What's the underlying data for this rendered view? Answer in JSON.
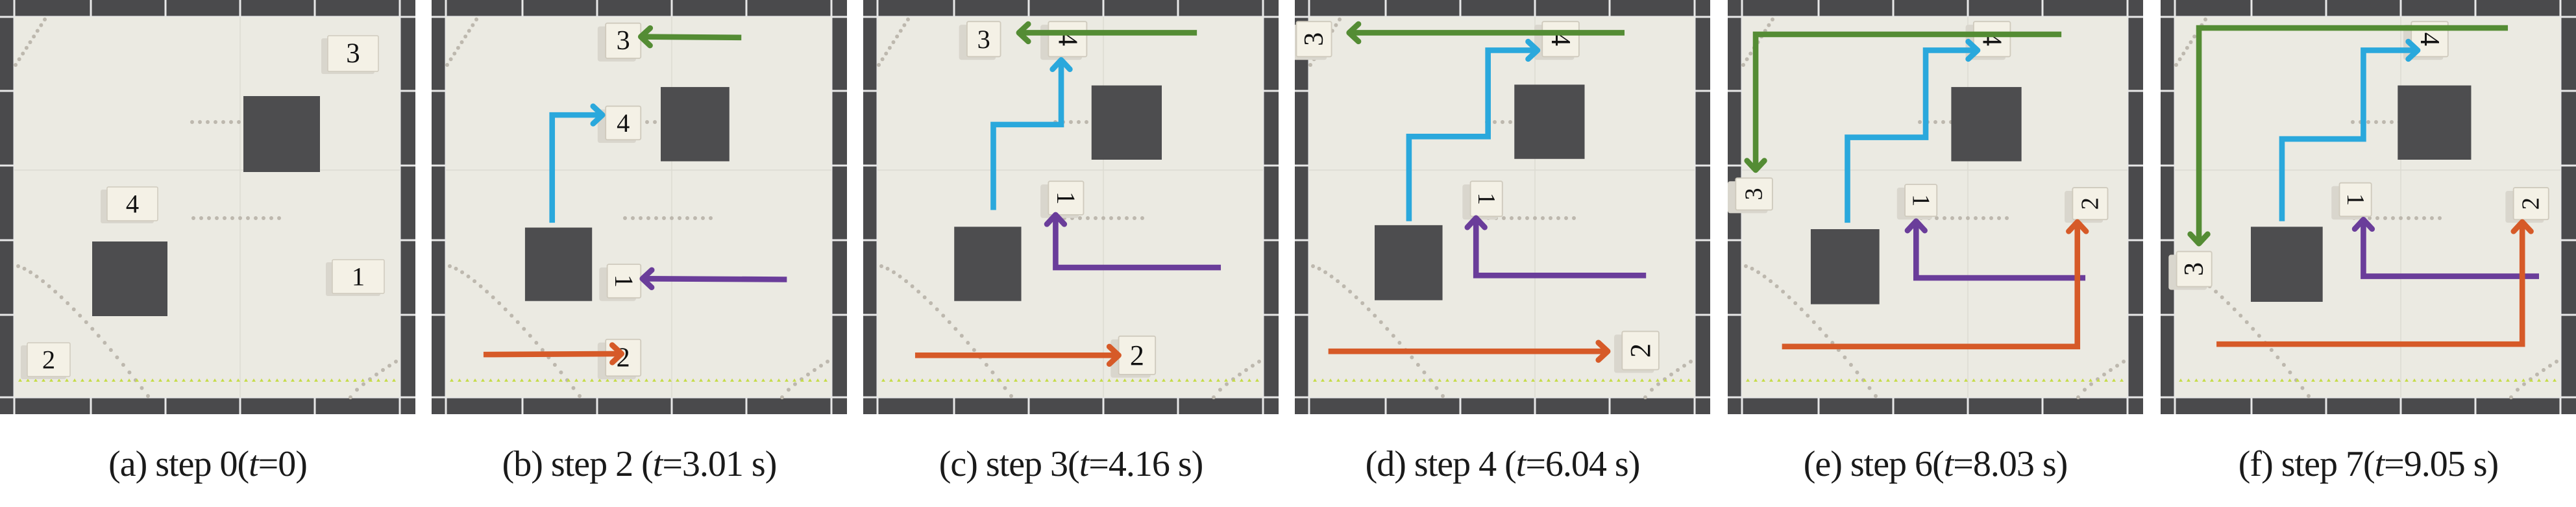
{
  "figure": {
    "colors": {
      "border_tile": "#4a4a4c",
      "paper": "#ebeae2",
      "obstacle": "#4d4d4f",
      "block_face": "#f4f1e6",
      "block_side": "#d9d6cd",
      "guide_dots": "#bdb8ae",
      "boundary_dots": "#c6dc4a",
      "label_text": "#111111"
    },
    "robots": [
      {
        "id": "1",
        "arrow_color": "#6a3d9a"
      },
      {
        "id": "2",
        "arrow_color": "#d65a28"
      },
      {
        "id": "3",
        "arrow_color": "#548c34"
      },
      {
        "id": "4",
        "arrow_color": "#2aa8dc"
      }
    ],
    "panels": [
      {
        "key": "a",
        "letter": "(a)",
        "step_text": "step 0",
        "time_open": "(",
        "t_symbol": "t",
        "time_value": "=0)",
        "step": 0,
        "time_s": 0,
        "blocks": [
          {
            "label": "1"
          },
          {
            "label": "2"
          },
          {
            "label": "3"
          },
          {
            "label": "4"
          }
        ]
      },
      {
        "key": "b",
        "letter": "(b)",
        "step_text": "step 2",
        "time_open": " (",
        "t_symbol": "t",
        "time_value": "=3.01 s)",
        "step": 2,
        "time_s": 3.01,
        "blocks": [
          {
            "label": "1"
          },
          {
            "label": "2"
          },
          {
            "label": "3"
          },
          {
            "label": "4"
          }
        ]
      },
      {
        "key": "c",
        "letter": "(c)",
        "step_text": "step 3",
        "time_open": "(",
        "t_symbol": "t",
        "time_value": "=4.16 s)",
        "step": 3,
        "time_s": 4.16,
        "blocks": [
          {
            "label": "1"
          },
          {
            "label": "2"
          },
          {
            "label": "3"
          },
          {
            "label": "4"
          }
        ]
      },
      {
        "key": "d",
        "letter": "(d)",
        "step_text": "step 4",
        "time_open": " (",
        "t_symbol": "t",
        "time_value": "=6.04 s)",
        "step": 4,
        "time_s": 6.04,
        "blocks": [
          {
            "label": "1"
          },
          {
            "label": "2"
          },
          {
            "label": "3"
          },
          {
            "label": "4"
          }
        ]
      },
      {
        "key": "e",
        "letter": "(e)",
        "step_text": "step 6",
        "time_open": "(",
        "t_symbol": "t",
        "time_value": "=8.03 s)",
        "step": 6,
        "time_s": 8.03,
        "blocks": [
          {
            "label": "1"
          },
          {
            "label": "2"
          },
          {
            "label": "3"
          },
          {
            "label": "4"
          }
        ]
      },
      {
        "key": "f",
        "letter": "(f)",
        "step_text": "step 7",
        "time_open": "(",
        "t_symbol": "t",
        "time_value": "=9.05 s)",
        "step": 7,
        "time_s": 9.05,
        "blocks": [
          {
            "label": "1"
          },
          {
            "label": "2"
          },
          {
            "label": "3"
          },
          {
            "label": "4"
          }
        ]
      }
    ]
  }
}
